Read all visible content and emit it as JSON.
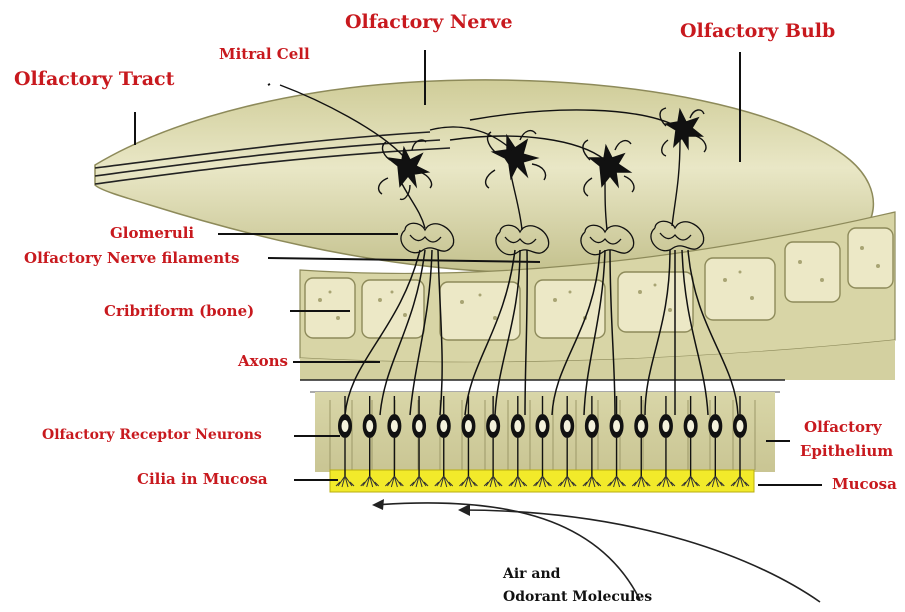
{
  "labels": {
    "olfactory_tract": "Olfactory Tract",
    "olfactory_nerve": "Olfactory Nerve",
    "olfactory_bulb": "Olfactory Bulb",
    "mitral_cell": "Mitral Cell",
    "glomeruli": "Glomeruli",
    "olfactory_nerve_filaments": "Olfactory Nerve filaments",
    "cribriform": "Cribriform (bone)",
    "axons": "Axons",
    "olfactory_receptor_neurons": "Olfactory Receptor Neurons",
    "cilia_in_mucosa": "Cilia in Mucosa",
    "olfactory_epithelium_line1": "Olfactory",
    "olfactory_epithelium_line2": "Epithelium",
    "mucosa": "Mucosa",
    "air_line1": "Air and",
    "air_line2": "Odorant Molecules"
  },
  "colors": {
    "label_red": "#c8191e",
    "tissue": "#d6d4a6",
    "tissue_dark": "#b9b784",
    "bone_fill": "#e6e2bd",
    "mucosa_yellow": "#f2ea2a",
    "neuron_ink": "#111111"
  },
  "counts": {
    "mitral_cells": 4,
    "receptor_neurons": 17
  }
}
